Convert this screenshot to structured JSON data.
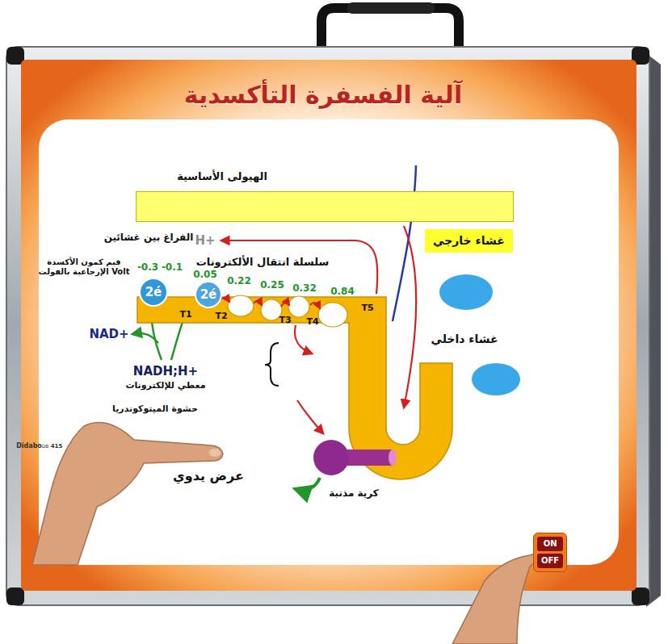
{
  "diagram": {
    "title": "آلية الفسفرة التأكسدية",
    "nodes": [
      {
        "text": [
          "غشاء خارجي"
        ]
      },
      {
        "text": [
          "غشاء داخلي"
        ]
      },
      {
        "text": [
          "2é"
        ],
        "in": 1
      },
      {
        "text": [
          "2é"
        ],
        "in": 1
      },
      {
        "text": [
          "كرية مذنبة"
        ]
      },
      {
        "text": [
          "ON",
          "OFF"
        ]
      }
    ],
    "labels": [
      "الهيولى الأساسية",
      "الفراغ بين غشائين",
      "H+",
      "سلسلة انتقال الألكترونات",
      "قيم كمون الأكسدة الإرجاعية بالفولت Volt",
      "-0.3",
      "-0.1",
      "0.05",
      "0.22",
      "0.25",
      "0.32",
      "0.84",
      "T1",
      "T2",
      "T3",
      "T4",
      "T5",
      "NAD+",
      "NADH;H+",
      "معطي للإلكترونات",
      "حشوة الميتوكوندريا",
      "عرض يدوي",
      "Didabo",
      "DB",
      "415"
    ]
  }
}
